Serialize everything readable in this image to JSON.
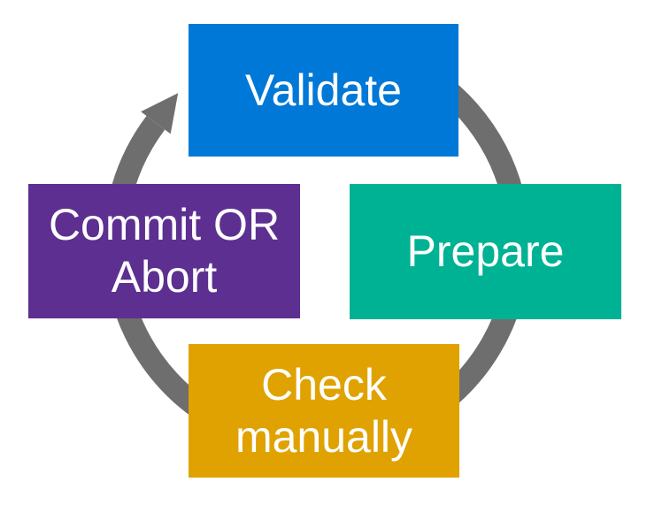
{
  "diagram": {
    "type": "cycle",
    "direction": "clockwise",
    "arrow_color": "#6E6E6E",
    "text_color": "#FFFFFF",
    "background_color": "#FFFFFF",
    "steps": [
      {
        "id": "validate",
        "label": "Validate",
        "color": "#0078D7",
        "position": "top"
      },
      {
        "id": "prepare",
        "label": "Prepare",
        "color": "#00B294",
        "position": "right"
      },
      {
        "id": "check-manually",
        "label": "Check manually",
        "color": "#E0A200",
        "position": "bottom"
      },
      {
        "id": "commit-or-abort",
        "label": "Commit OR Abort",
        "color": "#5D2F91",
        "position": "left"
      }
    ]
  }
}
